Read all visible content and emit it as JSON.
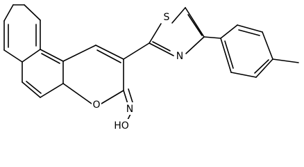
{
  "molecule": {
    "atoms": {
      "thiazole_sulfur": "S",
      "thiazole_nitrogen": "N",
      "ring_oxygen": "O",
      "oxime_nitrogen": "N",
      "hydroxyl": "HO"
    },
    "colors": {
      "ink": "#000000",
      "background": "#ffffff"
    }
  }
}
